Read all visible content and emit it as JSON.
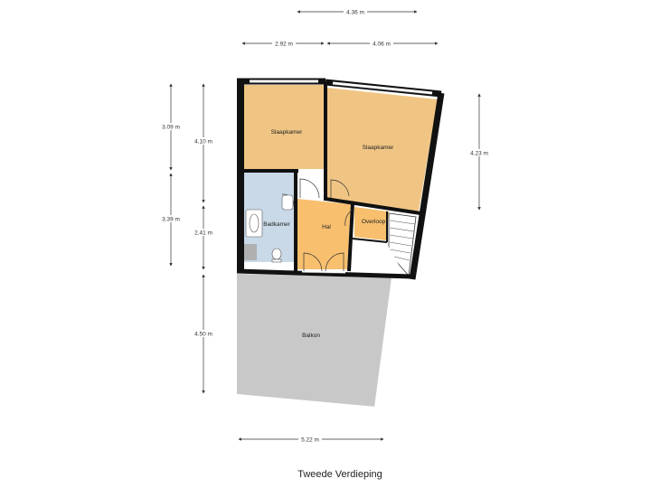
{
  "floor_title": "Tweede Verdieping",
  "colors": {
    "bedroom": "#f0c584",
    "bathroom": "#c9d9e8",
    "hall": "#f7bf6e",
    "landing": "#f7bf6e",
    "balcony": "#c8c8c8",
    "wall": "#111111"
  },
  "rooms": {
    "slaapkamer_1": "Slaapkamer",
    "slaapkamer_2": "Slaapkamer",
    "badkamer": "Badkamer",
    "hal": "Hal",
    "overloop": "Overloop",
    "balkon": "Balkon"
  },
  "dimensions": {
    "top_overall": "4.36 m",
    "top_left": "2.92 m",
    "top_right": "4.06 m",
    "left_outer_top": "3.09 m",
    "left_outer_bottom": "3.39 m",
    "left_inner_top": "4.10 m",
    "left_inner_middle": "2.41 m",
    "left_inner_bottom": "4.50 m",
    "right": "4.23 m",
    "bottom": "5.22 m"
  }
}
